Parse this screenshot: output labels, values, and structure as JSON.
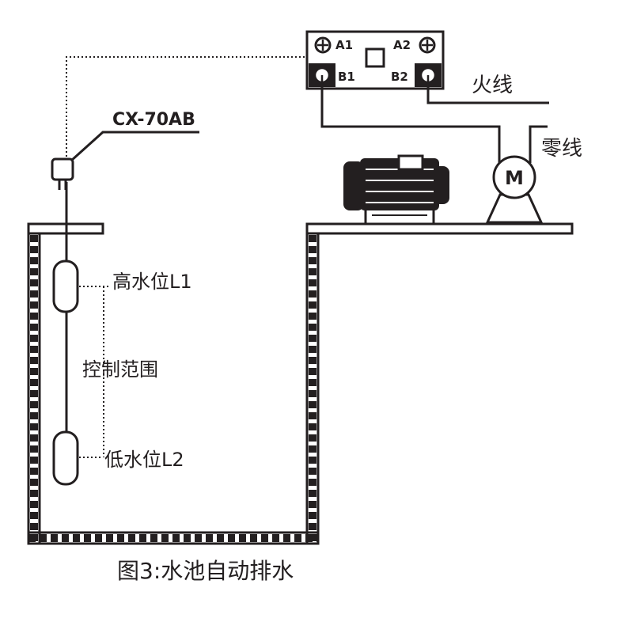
{
  "relay": {
    "terminal_a1": "A1",
    "terminal_a2": "A2",
    "terminal_b1": "B1",
    "terminal_b2": "B2"
  },
  "wires": {
    "live": "火线",
    "neutral": "零线"
  },
  "motor": {
    "symbol": "M"
  },
  "sensor": {
    "model": "CX-70AB"
  },
  "levels": {
    "high": "高水位L1",
    "low": "低水位L2",
    "range": "控制范围"
  },
  "caption": "图3:水池自动排水",
  "colors": {
    "line": "#231f20",
    "background": "#ffffff"
  }
}
